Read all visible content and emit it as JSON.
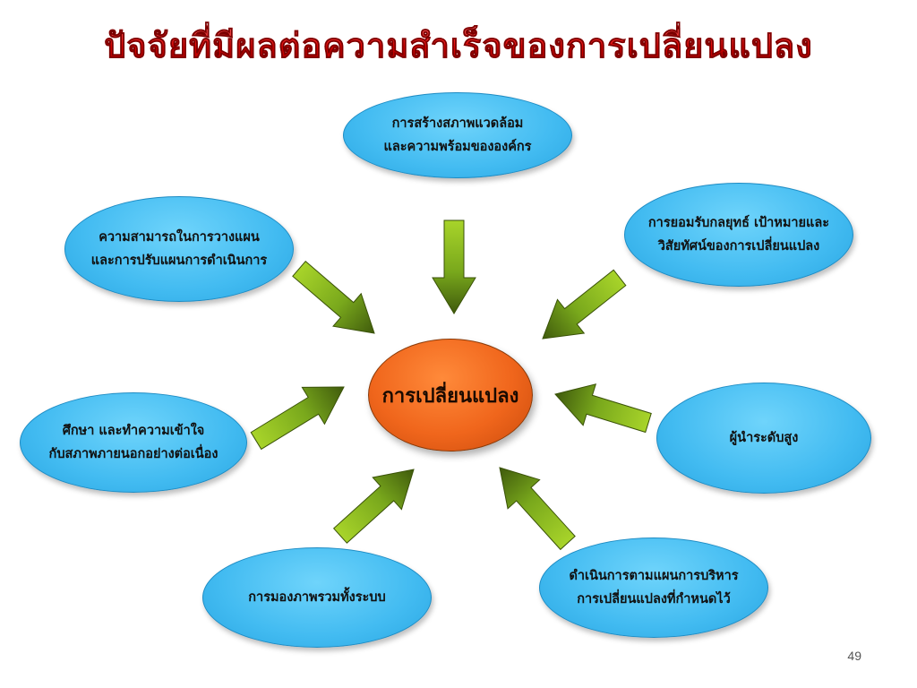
{
  "title": "ปัจจัยที่มีผลต่อความสำเร็จของการเปลี่ยนแปลง",
  "center": {
    "label": "การเปลี่ยนแปลง"
  },
  "nodes": [
    {
      "id": "environment",
      "label": "การสร้างสภาพแวดล้อม\nและความพร้อมขององค์กร"
    },
    {
      "id": "strategy",
      "label": "การยอมรับกลยุทธ์ เป้าหมายและ\nวิสัยทัศน์ของการเปลี่ยนแปลง"
    },
    {
      "id": "planning",
      "label": "ความสามารถในการวางแผน\nและการปรับแผนการดำเนินการ"
    },
    {
      "id": "executive",
      "label": "ผู้นำระดับสูง"
    },
    {
      "id": "external",
      "label": "ศึกษา และทำความเข้าใจ\nกับสภาพภายนอกอย่างต่อเนื่อง"
    },
    {
      "id": "execution",
      "label": "ดำเนินการตามแผนการบริหาร\nการเปลี่ยนแปลงที่กำหนดไว้"
    },
    {
      "id": "holistic",
      "label": "การมองภาพรวมทั้งระบบ"
    }
  ],
  "colors": {
    "title": "#e00000",
    "node_fill": "#42bbf1",
    "center_fill": "#f0661c",
    "arrow_light": "#a8d42a",
    "arrow_dark": "#3f5a0c"
  },
  "page_number": "49"
}
